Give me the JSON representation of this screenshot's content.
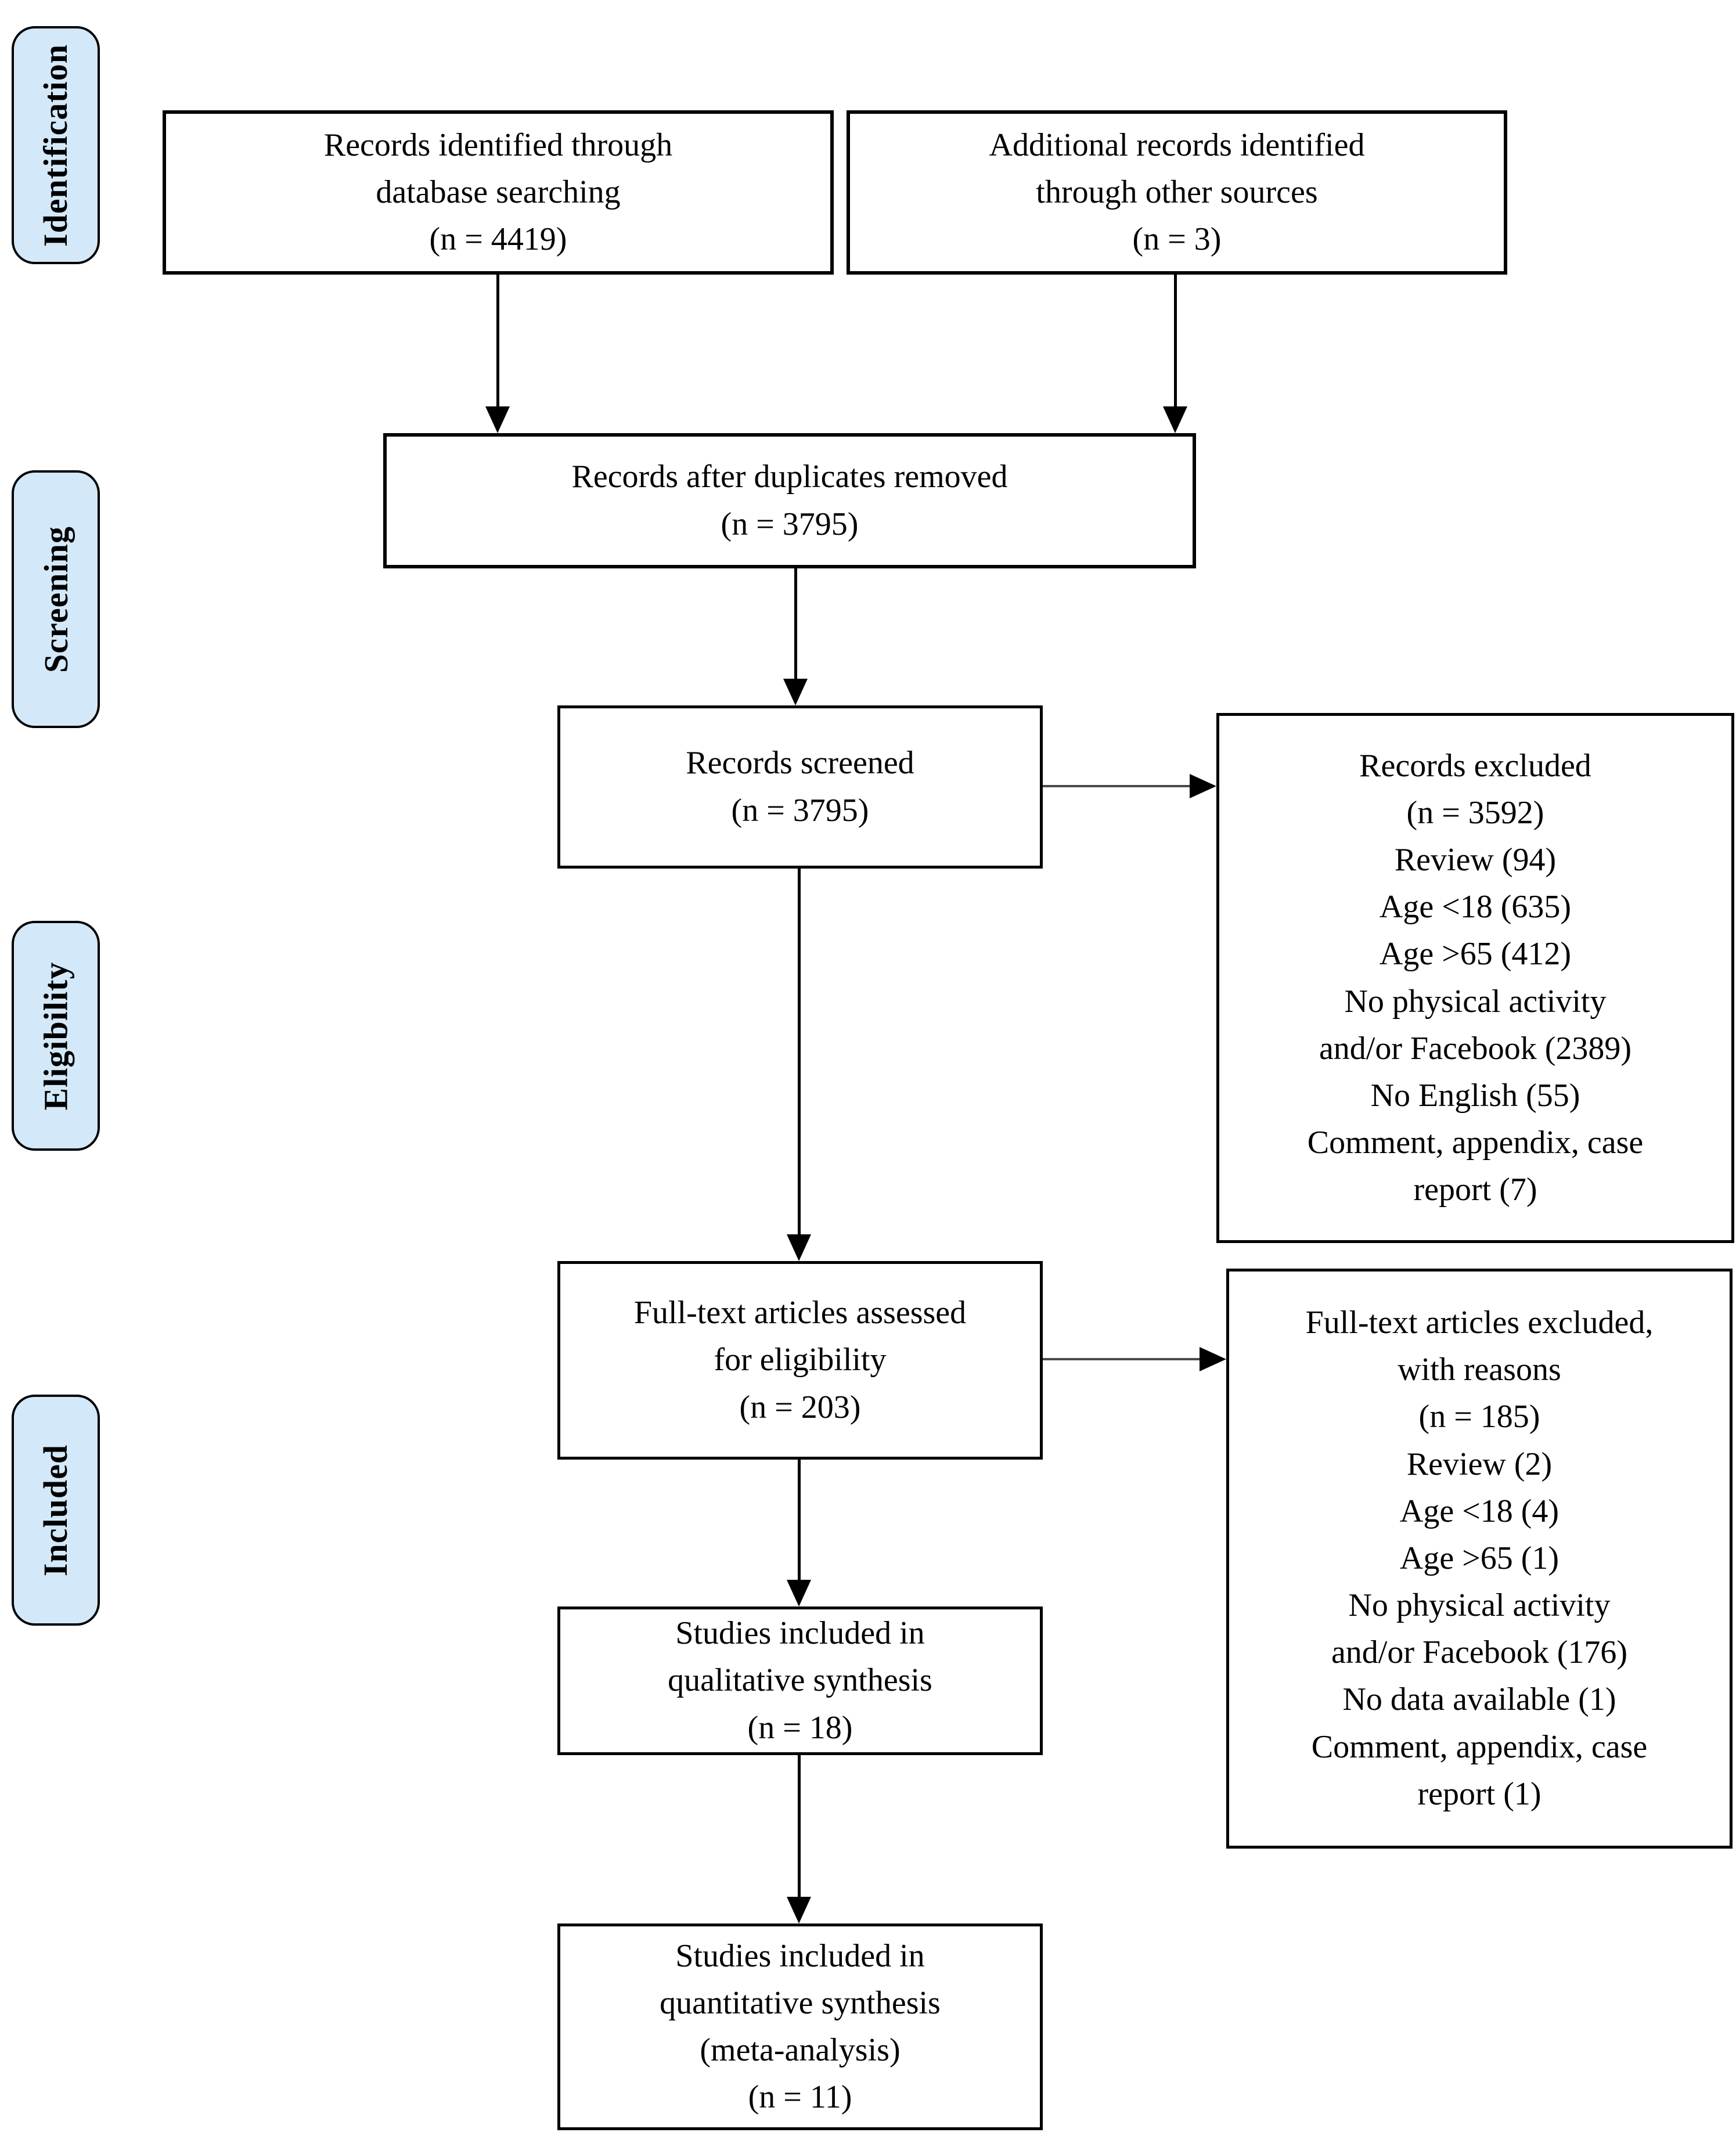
{
  "palette": {
    "stage_fill": "#d3e9f9",
    "box_fill": "#ffffff",
    "line_color": "#000000"
  },
  "sidebar": {
    "stages": [
      {
        "label": "Identification"
      },
      {
        "label": "Screening"
      },
      {
        "label": "Eligibility"
      },
      {
        "label": "Included"
      }
    ]
  },
  "boxes": {
    "identified": "Records identified through\ndatabase searching\n(n = 4419)",
    "additional": "Additional records identified\nthrough other sources\n(n = 3)",
    "deduplicated": "Records after duplicates removed\n(n = 3795)",
    "screened": "Records screened\n(n = 3795)",
    "records_excluded": "Records excluded\n(n = 3592)\nReview (94)\nAge <18 (635)\nAge >65 (412)\nNo physical activity\nand/or Facebook (2389)\nNo English (55)\nComment, appendix, case\nreport (7)",
    "fulltext_assessed": "Full-text articles assessed\nfor eligibility\n(n = 203)",
    "fulltext_excluded": "Full-text articles excluded,\nwith reasons\n(n = 185)\nReview (2)\nAge <18 (4)\nAge >65 (1)\nNo physical activity\nand/or Facebook (176)\nNo data available (1)\nComment, appendix, case\nreport (1)",
    "qualitative": "Studies included in\nqualitative synthesis\n(n = 18)",
    "quantitative": "Studies included in\nquantitative synthesis\n(meta-analysis)\n(n = 11)"
  }
}
